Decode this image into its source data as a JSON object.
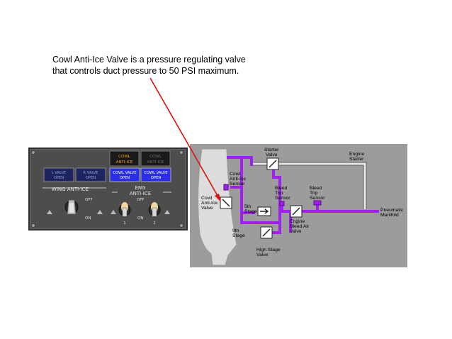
{
  "caption": {
    "line1": "Cowl Anti-Ice Valve is a pressure regulating valve",
    "line2": "that controls duct pressure to 50 PSI maximum."
  },
  "panel": {
    "annunciators_top": [
      {
        "line1": "COWL",
        "line2": "ANTI-ICE",
        "lit": true
      },
      {
        "line1": "COWL",
        "line2": "ANTI-ICE",
        "lit": false
      }
    ],
    "valve_lights": [
      {
        "line1": "L VALVE",
        "line2": "OPEN",
        "lit": false
      },
      {
        "line1": "R VALVE",
        "line2": "OPEN",
        "lit": false
      },
      {
        "line1": "COWL VALVE",
        "line2": "OPEN",
        "lit": true
      },
      {
        "line1": "COWL VALVE",
        "line2": "OPEN",
        "lit": true
      }
    ],
    "wing_label": "WING ANTI-ICE",
    "wing_off": "OFF",
    "wing_on": "ON",
    "eng_label_1": "ENG",
    "eng_label_2": "ANTI-ICE",
    "eng_off": "OFF",
    "eng_on": "ON",
    "eng_1": "1",
    "eng_2": "2"
  },
  "schematic": {
    "starter_valve": [
      "Starter",
      "Valve"
    ],
    "engine_starter": [
      "Engine",
      "Starter"
    ],
    "cowl_sensor": [
      "Cowl",
      "Anti-Ice",
      "Sensor"
    ],
    "cowl_valve": [
      "Cowl",
      "Anti-Ice",
      "Valve"
    ],
    "bleed_trip_1": [
      "Bleed",
      "Trip",
      "Sensor"
    ],
    "bleed_trip_2": [
      "Bleed",
      "Trip",
      "Sensor"
    ],
    "fifth_stage": [
      "5th",
      "Stage"
    ],
    "ninth_stage": [
      "9th",
      "Stage"
    ],
    "pneumatic": [
      "Pneumatic",
      "Manifold"
    ],
    "engine_bleed": [
      "Engine",
      "Bleed Air",
      "Valve"
    ],
    "high_stage": [
      "High Stage",
      "Valve"
    ]
  },
  "colors": {
    "duct": "#a020f0",
    "schematic_bg": "#9c9c9c",
    "panel_bg": "#4d4d4d",
    "arrow": "#e01010",
    "lit_amber": "#f0a020",
    "lit_blue": "#2a2ee8"
  }
}
